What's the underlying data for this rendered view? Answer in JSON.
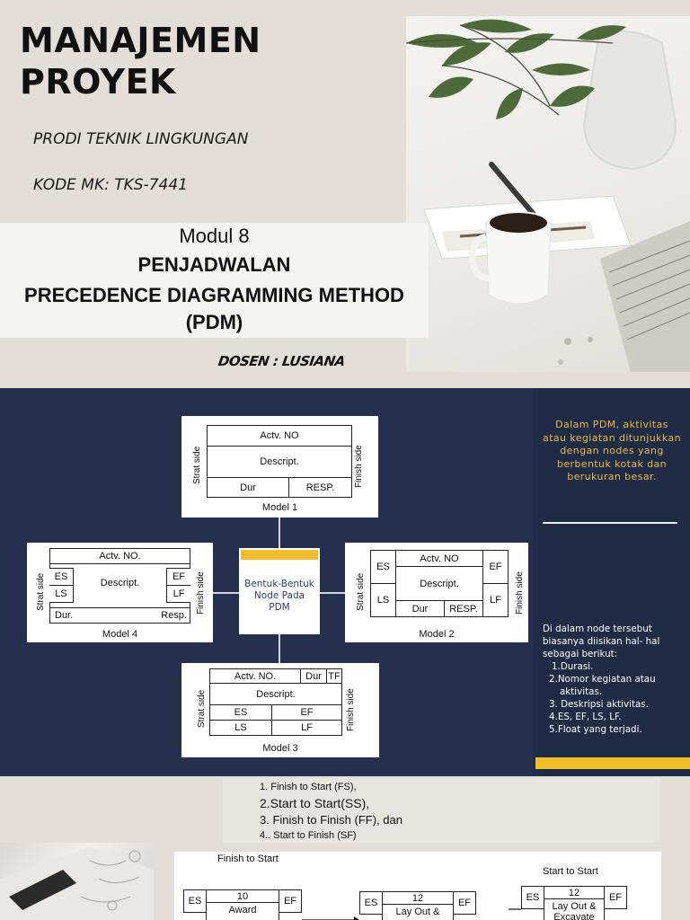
{
  "slide1": {
    "title_line1": "MANAJEMEN",
    "title_line2": "PROYEK",
    "prodi": "PRODI TEKNIK LINGKUNGAN",
    "kode": "KODE MK: TKS-7441",
    "modul": "Modul  8",
    "heading1": "PENJADWALAN",
    "heading2": "PRECEDENCE DIAGRAMMING METHOD",
    "heading3": "(PDM)",
    "dosen": "DOSEN : LUSIANA"
  },
  "slide2": {
    "center_text": [
      "Bentuk-Bentuk",
      "Node Pada",
      "PDM"
    ],
    "models": {
      "model1": {
        "caption": "Model 1",
        "left_side": "Strat side",
        "right_side": "Finish side",
        "top": "Actv.  NO",
        "middle": "Descript.",
        "bottom_left": "Dur",
        "bottom_right": "RESP."
      },
      "model2": {
        "caption": "Model 2",
        "left_side": "Strat side",
        "right_side": "Finish side",
        "es": "ES",
        "ls": "LS",
        "ef": "EF",
        "lf": "LF",
        "top": "Actv.  NO",
        "middle": "Descript.",
        "bottom_left": "Dur",
        "bottom_right": "RESP."
      },
      "model3": {
        "caption": "Model 3",
        "left_side": "Strat side",
        "right_side": "Finish side",
        "top_left": "Actv. NO.",
        "top_mid": "Dur",
        "top_right": "TF",
        "middle": "Descript.",
        "es": "ES",
        "ef": "EF",
        "ls": "LS",
        "lf": "LF"
      },
      "model4": {
        "caption": "Model 4",
        "left_side": "Strat side",
        "right_side": "Finish side",
        "top": "Actv.  NO.",
        "middle": "Descript.",
        "es": "ES",
        "ls": "LS",
        "ef": "EF",
        "lf": "LF",
        "bottom_left": "Dur.",
        "bottom_right": "Resp."
      }
    },
    "right_panel": {
      "intro": "Dalam PDM, aktivitas atau kegiatan ditunjukkan dengan nodes yang berbentuk kotak dan berukuran besar.",
      "list_intro": "Di dalam node tersebut biasanya diisikan hal- hal sebagai berikut:",
      "items": [
        "1.Durasi.",
        "2.Nomor kegiatan atau",
        "aktivitas.",
        "3. Deskripsi aktivitas.",
        "4.ES, EF, LS, LF.",
        "5.Float yang terjadi."
      ]
    }
  },
  "slide3": {
    "list": [
      "1. Finish to Start (FS),",
      "2.Start to Start(SS),",
      "3. Finish to Finish (FF), dan",
      "4.. Start to Finish (SF)"
    ],
    "diagram": {
      "label_fs": "Finish  to  Start",
      "label_ss": "Start  to  Start",
      "node1": {
        "es": "ES",
        "no": "10",
        "ef": "EF",
        "desc": "Award"
      },
      "node2": {
        "es": "ES",
        "no": "12",
        "ef": "EF",
        "desc": "Lay  Out  &"
      },
      "node3": {
        "es": "ES",
        "no": "12",
        "ef": "EF",
        "desc1": "Lay  Out  &",
        "desc2": "Excavate"
      }
    }
  },
  "colors": {
    "slide2_bg": "#24304d",
    "accent_yellow": "#f2bf2c",
    "intro_text": "#e9b949",
    "center_text": "#2d3e63"
  }
}
